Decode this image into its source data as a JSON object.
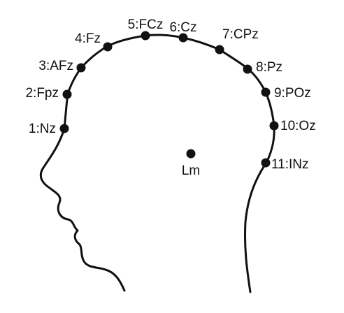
{
  "colors": {
    "stroke": "#111111",
    "dot": "#111111",
    "background": "#ffffff"
  },
  "electrodes": [
    {
      "label": "1:Nz"
    },
    {
      "label": "2:Fpz"
    },
    {
      "label": "3:AFz"
    },
    {
      "label": "4:Fz"
    },
    {
      "label": "5:FCz"
    },
    {
      "label": "6:Cz"
    },
    {
      "label": "7:CPz"
    },
    {
      "label": "8:Pz"
    },
    {
      "label": "9:POz"
    },
    {
      "label": "10:Oz"
    },
    {
      "label": "11:INz"
    }
  ],
  "landmark": {
    "label": "Lm"
  }
}
